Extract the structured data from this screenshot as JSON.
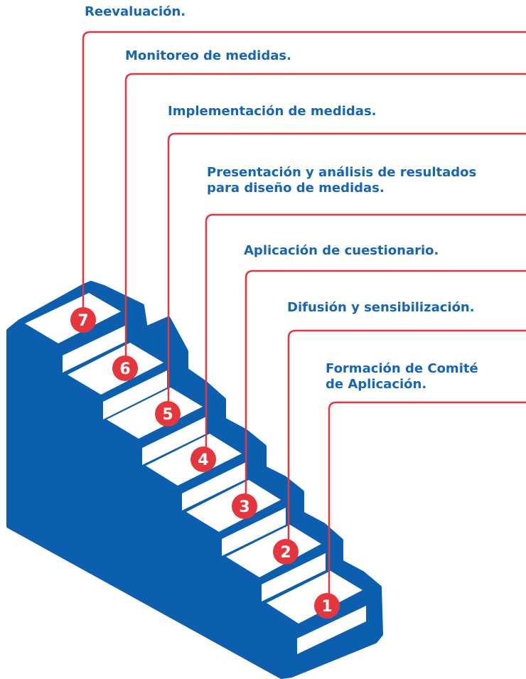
{
  "colors": {
    "stair_blue": "#0b5fae",
    "line_red": "#e5363d",
    "badge_red": "#e5363d",
    "label_blue": "#1565b8",
    "white": "#ffffff"
  },
  "steps": [
    {
      "number": "1",
      "label_lines": [
        "Formación de Comité",
        "de Aplicación."
      ]
    },
    {
      "number": "2",
      "label_lines": [
        "Difusión y sensibilización."
      ]
    },
    {
      "number": "3",
      "label_lines": [
        "Aplicación de cuestionario."
      ]
    },
    {
      "number": "4",
      "label_lines": [
        "Presentación y análisis de resultados",
        "para diseño de medidas."
      ]
    },
    {
      "number": "5",
      "label_lines": [
        "Implementación de medidas."
      ]
    },
    {
      "number": "6",
      "label_lines": [
        "Monitoreo de medidas."
      ]
    },
    {
      "number": "7",
      "label_lines": [
        "Reevaluación."
      ]
    }
  ]
}
